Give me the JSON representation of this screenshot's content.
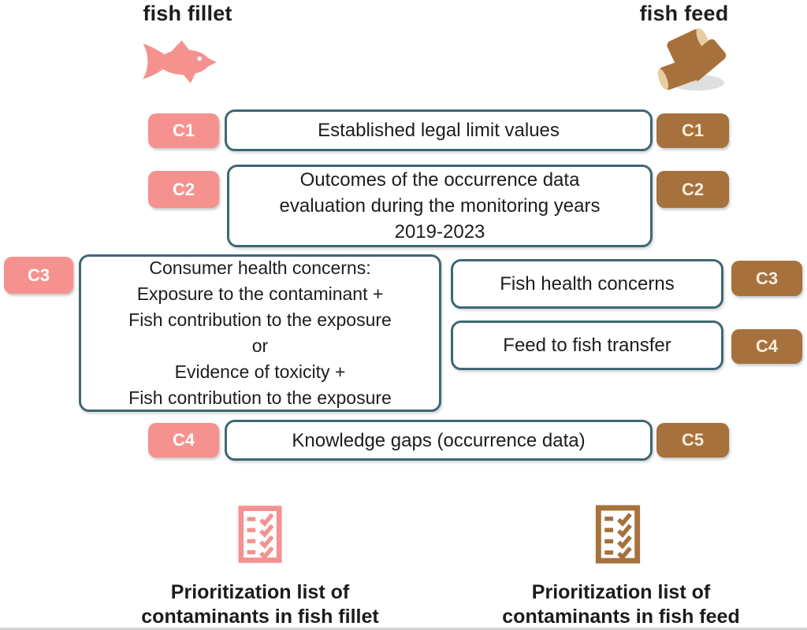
{
  "diagram": {
    "columns": {
      "fillet": {
        "title": "fish fillet",
        "accent_color": "#f5928f"
      },
      "feed": {
        "title": "fish feed",
        "accent_color": "#a6713c"
      }
    },
    "rows": {
      "legal_limits": {
        "fillet_code": "C1",
        "feed_code": "C1",
        "label": "Established legal limit values"
      },
      "occurrence": {
        "fillet_code": "C2",
        "feed_code": "C2",
        "lines": [
          "Outcomes of the occurrence data",
          "evaluation during the monitoring years",
          "2019-2023"
        ]
      },
      "consumer_health": {
        "fillet_code": "C3",
        "lines": [
          "Consumer health concerns:",
          "Exposure to the contaminant +",
          "Fish contribution to the exposure",
          "or",
          "Evidence of toxicity +",
          "Fish contribution to the exposure"
        ]
      },
      "fish_health": {
        "feed_code": "C3",
        "label": "Fish health concerns"
      },
      "feed_transfer": {
        "feed_code": "C4",
        "label": "Feed to fish transfer"
      },
      "knowledge_gaps": {
        "fillet_code": "C4",
        "feed_code": "C5",
        "label": "Knowledge gaps (occurrence data)"
      }
    },
    "outputs": {
      "fillet": {
        "lines": [
          "Prioritization list of",
          "contaminants in fish fillet"
        ]
      },
      "feed": {
        "lines": [
          "Prioritization list of",
          "contaminants in fish feed"
        ]
      }
    },
    "colors": {
      "fillet_accent": "#f5928f",
      "feed_accent": "#a6713c",
      "box_border": "#3d6874",
      "text": "#1d1d1d"
    }
  }
}
